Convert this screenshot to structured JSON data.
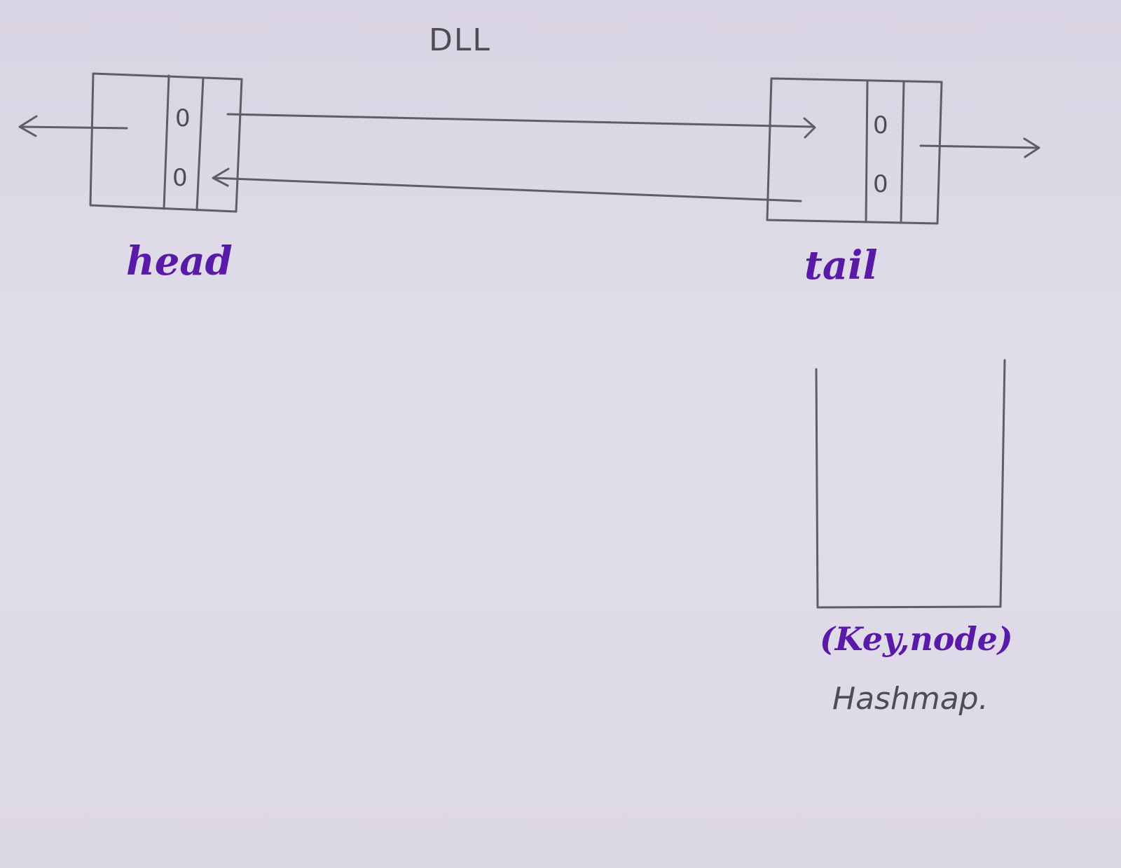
{
  "diagram": {
    "title": "DLL",
    "head_node": {
      "label": "head",
      "top_value": "0",
      "bottom_value": "0"
    },
    "tail_node": {
      "label": "tail",
      "top_value": "0",
      "bottom_value": "0"
    },
    "hashmap": {
      "entry_label": "(Key,node)",
      "name": "Hashmap."
    },
    "colors": {
      "pencil": "#5f5d66",
      "ink": "#5a1aa8",
      "paper": "#ddd8e5"
    }
  }
}
